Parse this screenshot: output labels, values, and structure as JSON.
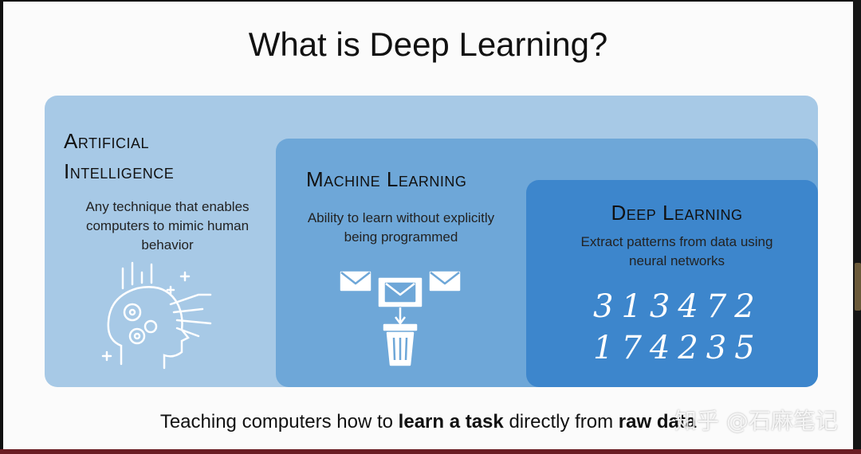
{
  "slide": {
    "title": "What is Deep Learning?",
    "ai": {
      "heading_line1": "Artificial",
      "heading_line2": "Intelligence",
      "description": "Any technique that enables computers to mimic human behavior"
    },
    "ml": {
      "heading": "Machine Learning",
      "description": "Ability to learn without explicitly being programmed"
    },
    "dl": {
      "heading": "Deep Learning",
      "description": "Extract patterns from data using neural networks",
      "digits_row1": "313472",
      "digits_row2": "174235"
    },
    "footer": {
      "prefix": "Teaching computers how to",
      "bold1": "learn a task",
      "middle": "directly from",
      "bold2": "raw data"
    }
  },
  "watermark": "知乎 @石麻笔记",
  "colors": {
    "ai_box": "#a7c9e6",
    "ml_box": "#6ea7d8",
    "dl_box": "#3d86cc"
  },
  "icons": [
    "brain-head-icon",
    "email-spam-trash-icon"
  ]
}
